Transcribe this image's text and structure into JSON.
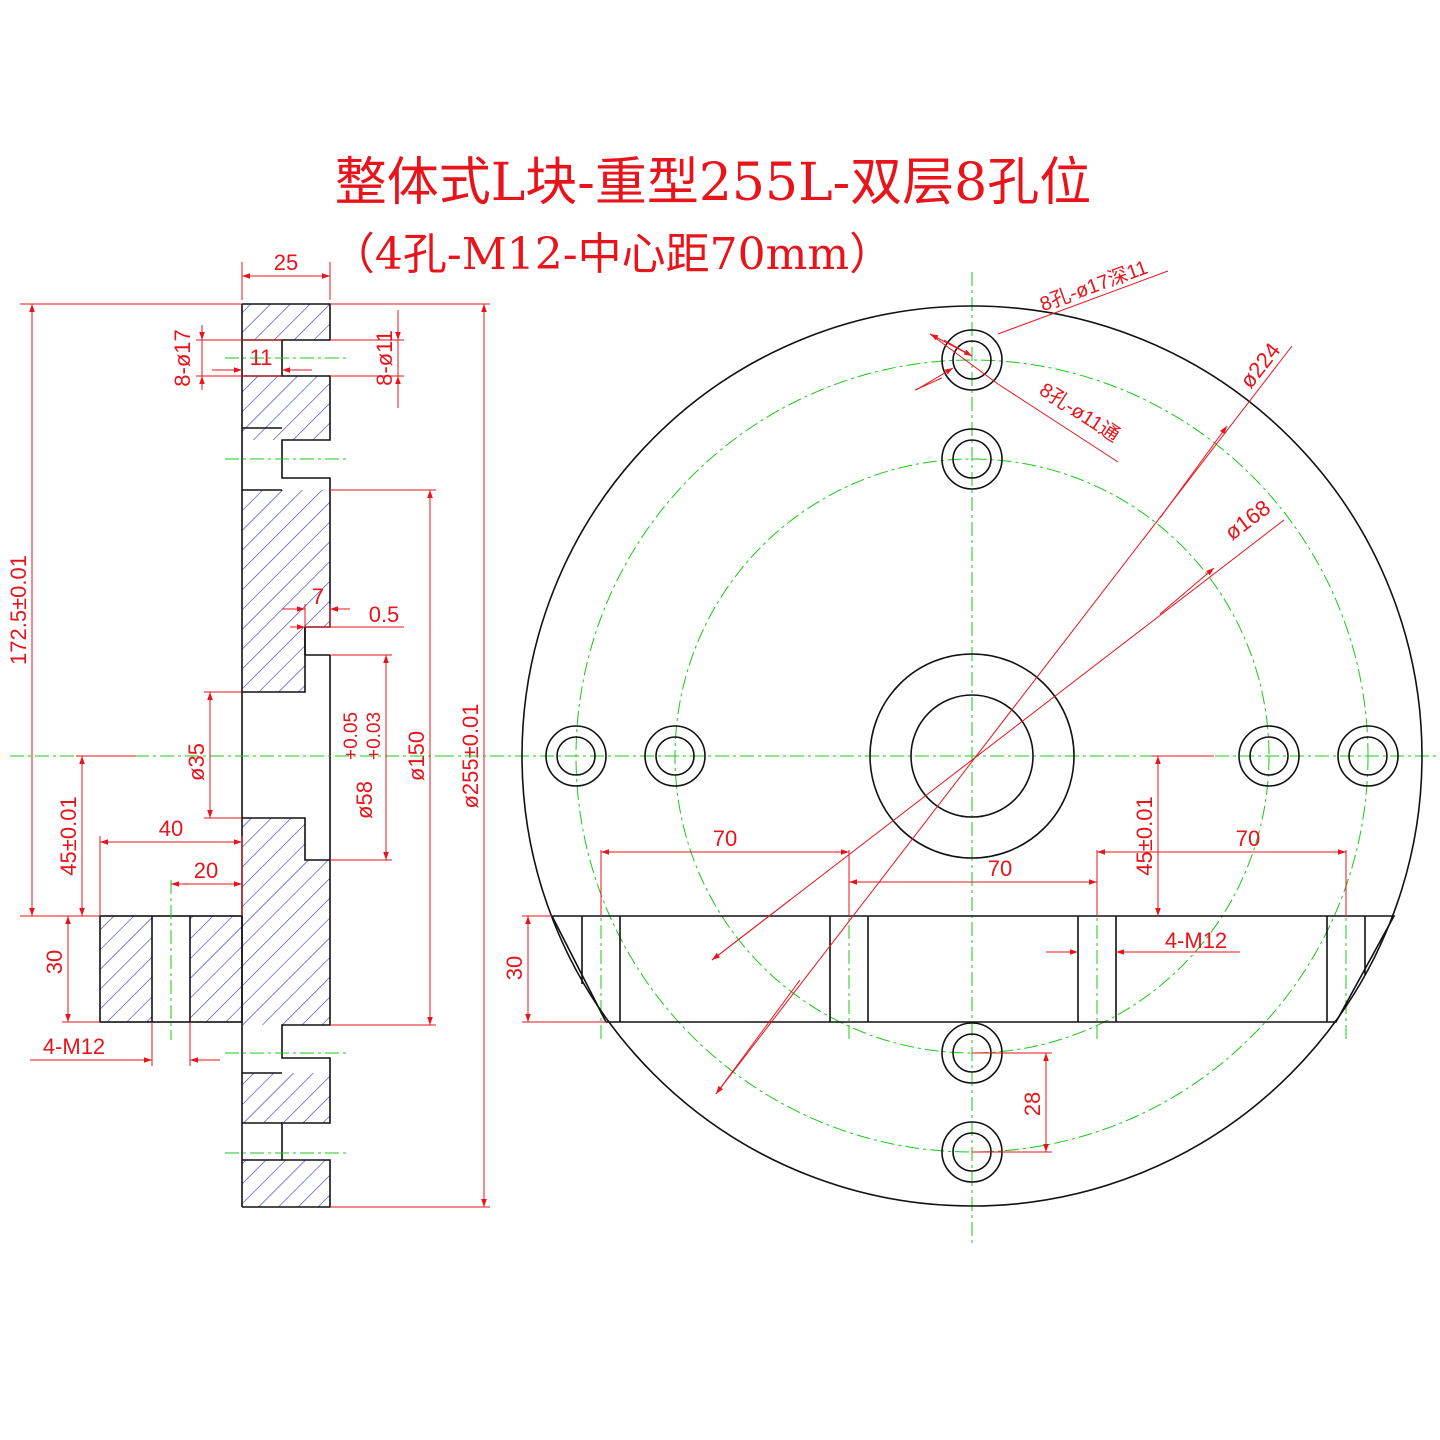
{
  "title": {
    "line1": "整体式L块-重型255L-双层8孔位",
    "line2": "（4孔-M12-中心距70mm）"
  },
  "colors": {
    "outline": "#111111",
    "dimension": "#e8141c",
    "centerline": "#19c819",
    "hatch": "#2b35c9"
  },
  "side_view": {
    "dim_25": "25",
    "dim_8_phi17": "8-ø17",
    "dim_11": "11",
    "dim_8_phi11": "8-ø11",
    "dim_172_5": "172.5±0.01",
    "dim_7": "7",
    "dim_0_5": "0.5",
    "dim_phi35": "ø35",
    "dim_phi58": "ø58",
    "dim_phi58_tol_upper": "+0.05",
    "dim_phi58_tol_lower": "+0.03",
    "dim_phi150": "ø150",
    "dim_phi255": "ø255±0.01",
    "dim_45": "45±0.01",
    "dim_40": "40",
    "dim_20": "20",
    "dim_30": "30",
    "dim_4_M12": "4-M12"
  },
  "front_view": {
    "note_counterbore": "8孔-ø17深11",
    "note_through": "8孔-ø11通",
    "dim_phi224": "ø224",
    "dim_phi168": "ø168",
    "dim_70_left": "70",
    "dim_70_center": "70",
    "dim_70_right": "70",
    "dim_45": "45±0.01",
    "dim_30": "30",
    "dim_4_M12": "4-M12",
    "dim_28": "28"
  }
}
